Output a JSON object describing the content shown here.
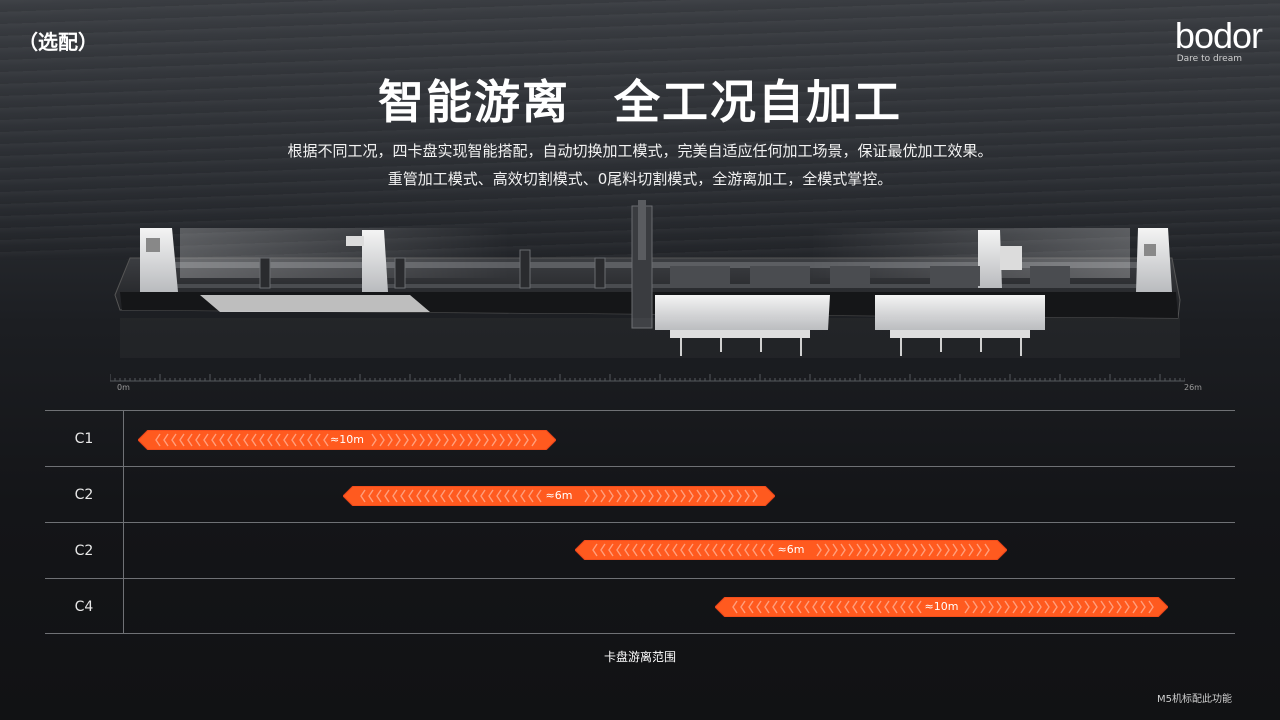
{
  "tag": "（选配）",
  "brand": {
    "name": "bodor",
    "slogan": "Dare to dream"
  },
  "title": {
    "part1": "智能游离",
    "part2": "全工况自加工"
  },
  "subtitle": {
    "line1": "根据不同工况，四卡盘实现智能搭配，自动切换加工模式，完美自适应任何加工场景，保证最优加工效果。",
    "line2": "重管加工模式、高效切割模式、0尾料切割模式，全游离加工，全模式掌控。"
  },
  "ruler": {
    "start": "0m",
    "end": "26m"
  },
  "rows": [
    {
      "label": "C1",
      "range": "≈10m"
    },
    {
      "label": "C2",
      "range": "≈6m"
    },
    {
      "label": "C2",
      "range": "≈6m"
    },
    {
      "label": "C4",
      "range": "≈10m"
    }
  ],
  "caption": "卡盘游离范围",
  "note": "M5机标配此功能",
  "colors": {
    "arrow": "#ff5a1f",
    "arrow_dark": "#e8431a"
  }
}
